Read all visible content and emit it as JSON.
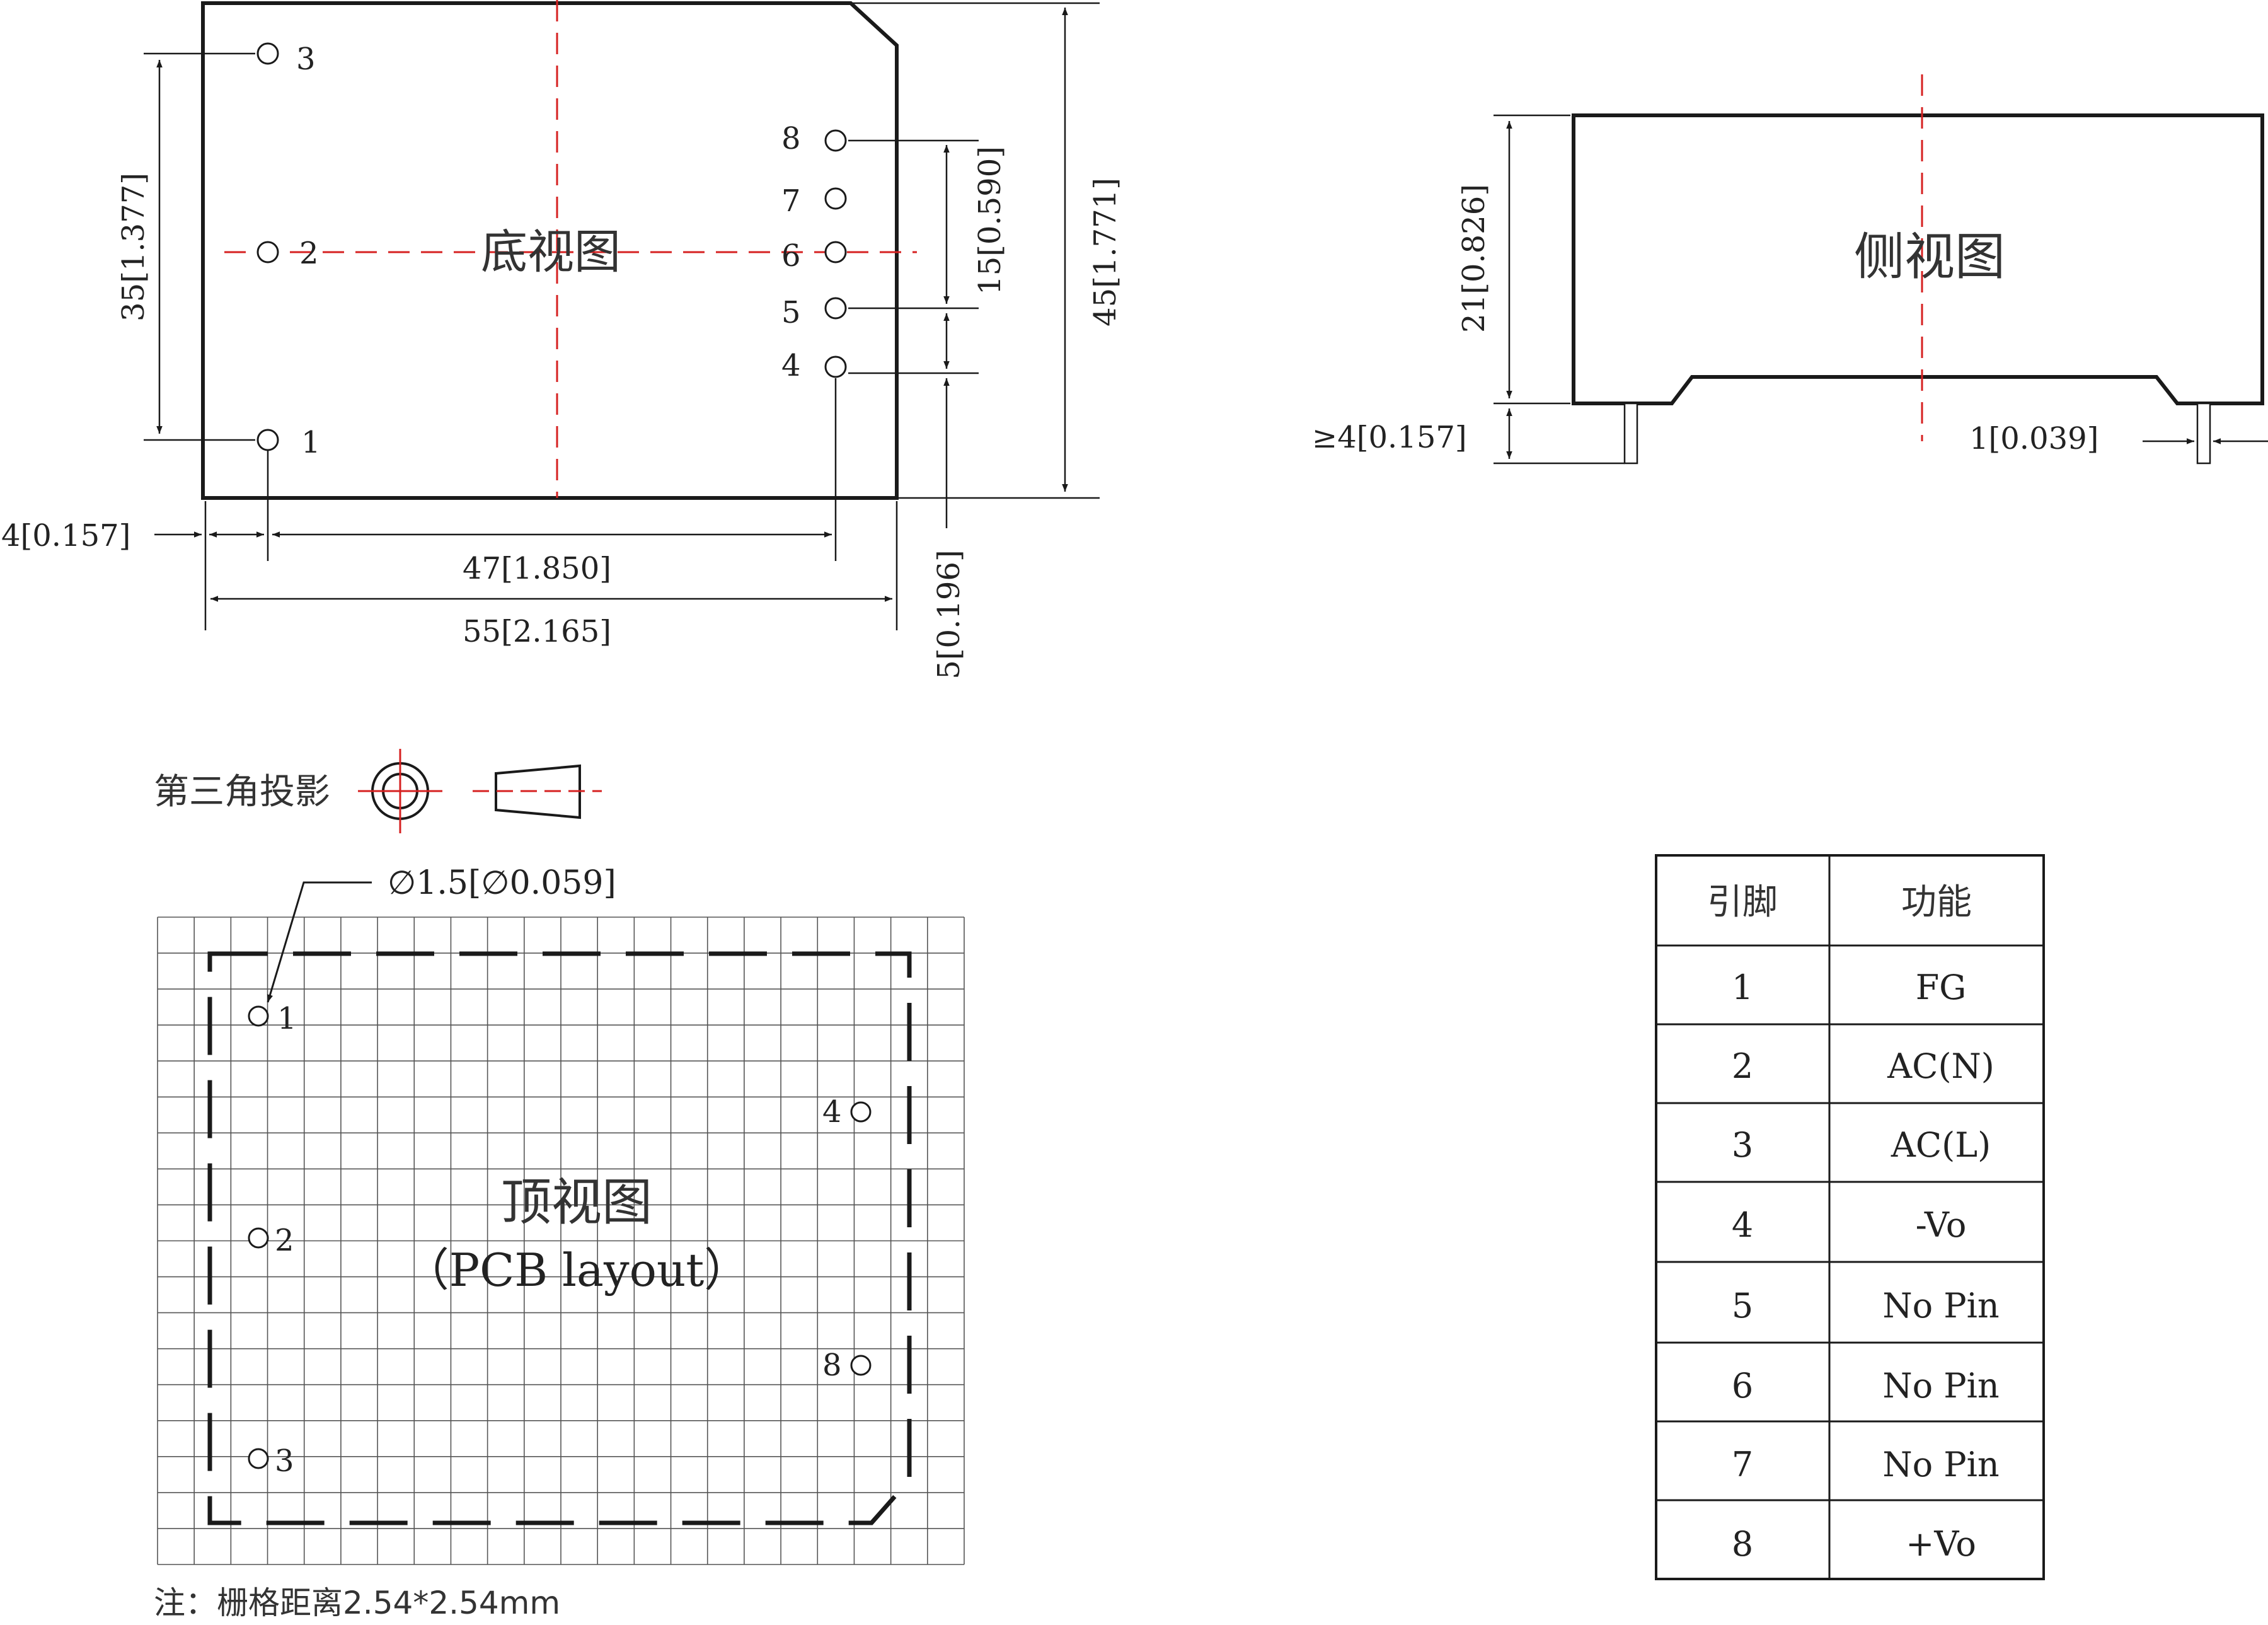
{
  "bottom_view": {
    "title": "底视图",
    "pins_left": [
      {
        "label": "3"
      },
      {
        "label": "2"
      },
      {
        "label": "1"
      }
    ],
    "pins_right": [
      {
        "label": "8"
      },
      {
        "label": "7"
      },
      {
        "label": "6"
      },
      {
        "label": "5"
      },
      {
        "label": "4"
      }
    ],
    "dims": {
      "height_35": "35[1.377]",
      "pitch_15": "15[0.590]",
      "height_45": "45[1.771]",
      "offset_4": "4[0.157]",
      "span_47": "47[1.850]",
      "width_55": "55[2.165]",
      "offset_5": "5[0.196]"
    }
  },
  "side_view": {
    "title": "侧视图",
    "dims": {
      "height_21": "21[0.826]",
      "pin_length": "≥4[0.157]",
      "pin_dia": "1[0.039]"
    }
  },
  "projection": {
    "label": "第三角投影"
  },
  "top_view": {
    "title": "顶视图",
    "subtitle": "（PCB layout）",
    "hole_dim": "∅1.5[∅0.059]",
    "pins": [
      {
        "label": "1"
      },
      {
        "label": "2"
      },
      {
        "label": "3"
      },
      {
        "label": "4"
      },
      {
        "label": "8"
      }
    ],
    "note": "注：栅格距离2.54*2.54mm"
  },
  "pin_table": {
    "headers": [
      "引脚",
      "功能"
    ],
    "rows": [
      {
        "pin": "1",
        "func": "FG"
      },
      {
        "pin": "2",
        "func": "AC(N)"
      },
      {
        "pin": "3",
        "func": "AC(L)"
      },
      {
        "pin": "4",
        "func": "-Vo"
      },
      {
        "pin": "5",
        "func": "No Pin"
      },
      {
        "pin": "6",
        "func": "No Pin"
      },
      {
        "pin": "7",
        "func": "No Pin"
      },
      {
        "pin": "8",
        "func": "+Vo"
      }
    ]
  },
  "colors": {
    "line": "#1a1a1a",
    "centerline": "#d62020",
    "grid": "#555555"
  }
}
